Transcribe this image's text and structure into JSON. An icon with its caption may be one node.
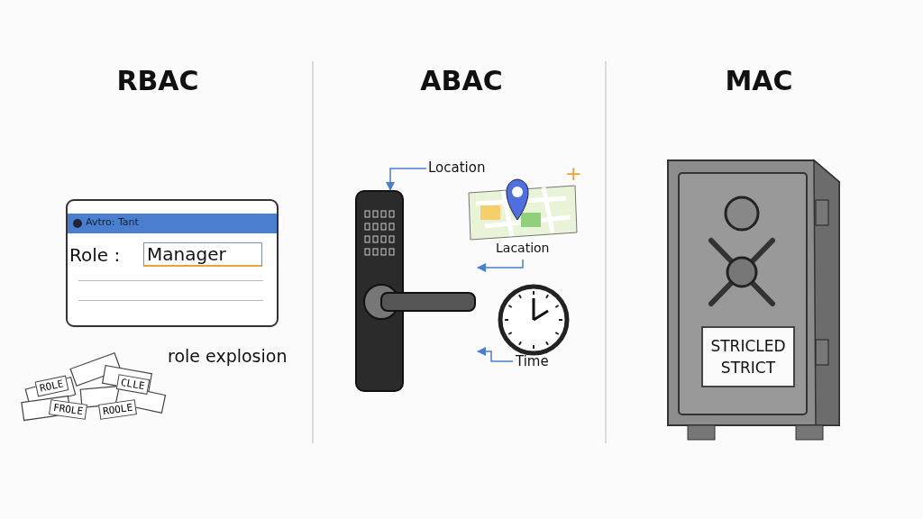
{
  "diagram": {
    "nodes": [
      {
        "text": [
          "Avtro: Tant",
          "Role :",
          "Manager"
        ]
      },
      {
        "text": [],
        "shape": "picture"
      },
      {
        "text": [
          "Location"
        ]
      },
      {
        "text": [],
        "shape": "picture",
        "beside": [
          "Lacation"
        ]
      },
      {
        "text": [],
        "shape": "picture"
      },
      {
        "text": [
          "Time"
        ]
      },
      {
        "text": [],
        "shape": "picture"
      },
      {
        "text": [
          "STRICLED STRICT"
        ],
        "in": 6
      }
    ],
    "edges": [
      {
        "from": 2,
        "to": 1,
        "arrow": "to"
      },
      {
        "from": 3,
        "to": 1,
        "arrow": "to"
      },
      {
        "from": 5,
        "to": 1,
        "arrow": "to"
      }
    ],
    "labels": [
      "RBAC",
      "ABAC",
      "MAC",
      "+",
      "role explosion",
      "ROLE",
      "FROLE",
      "ROOLE",
      "CLLE"
    ]
  }
}
